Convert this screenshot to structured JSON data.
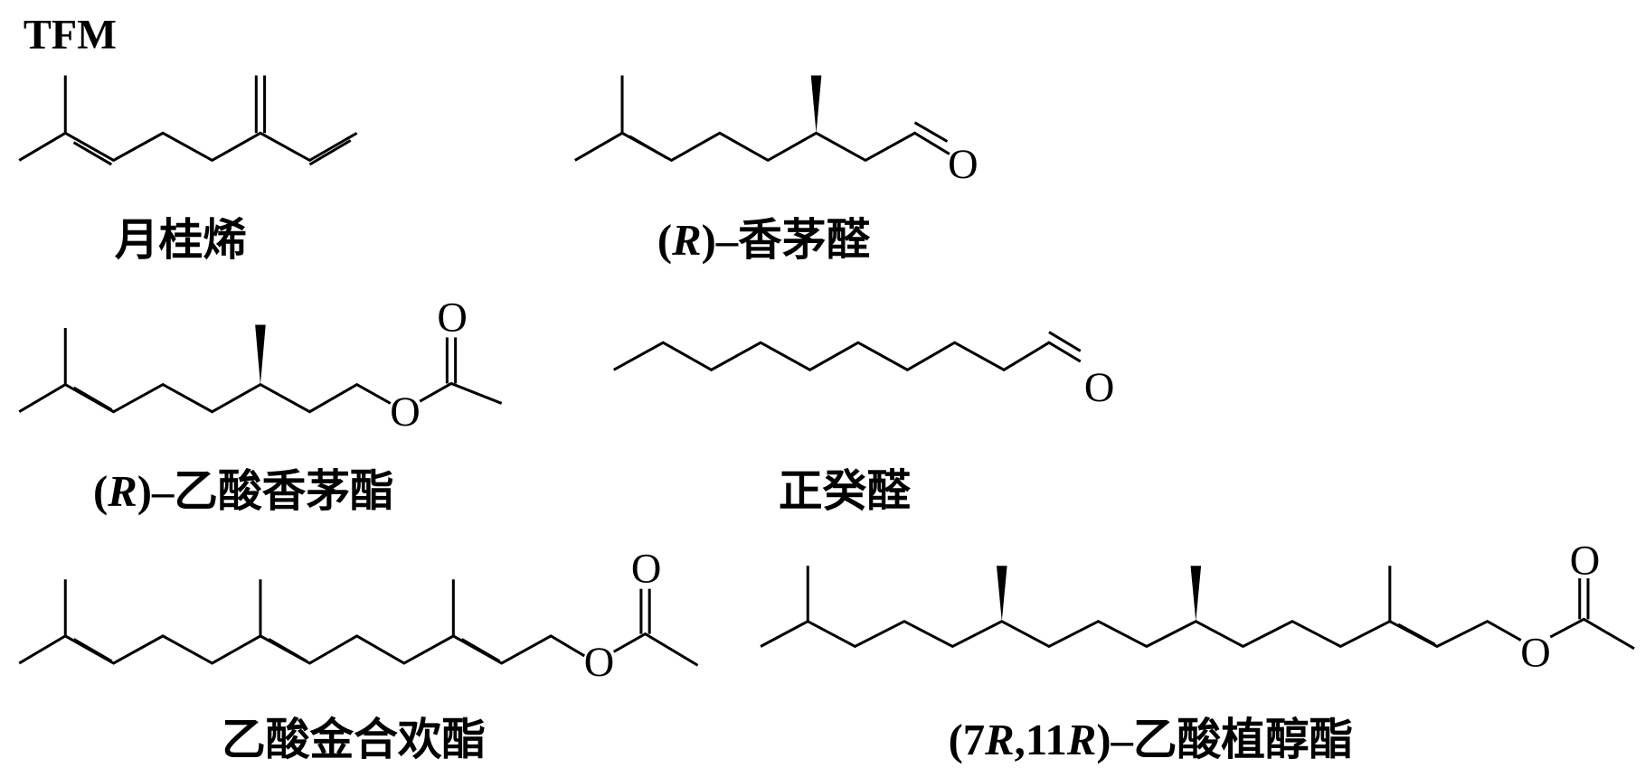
{
  "title": "TFM",
  "atom_symbols": {
    "oxygen": "O"
  },
  "compounds": [
    {
      "name": "月桂烯"
    },
    {
      "name_prefix": "(",
      "name_italic": "R",
      "name_suffix": ")–香茅醛"
    },
    {
      "name_prefix": "(",
      "name_italic": "R",
      "name_suffix": ")–乙酸香茅酯"
    },
    {
      "name": "正癸醛"
    },
    {
      "name": "乙酸金合欢酯"
    },
    {
      "name_prefix": "(7",
      "name_italic": "R",
      "name_mid": ",11",
      "name_italic2": "R",
      "name_suffix": ")–乙酸植醇酯"
    }
  ]
}
